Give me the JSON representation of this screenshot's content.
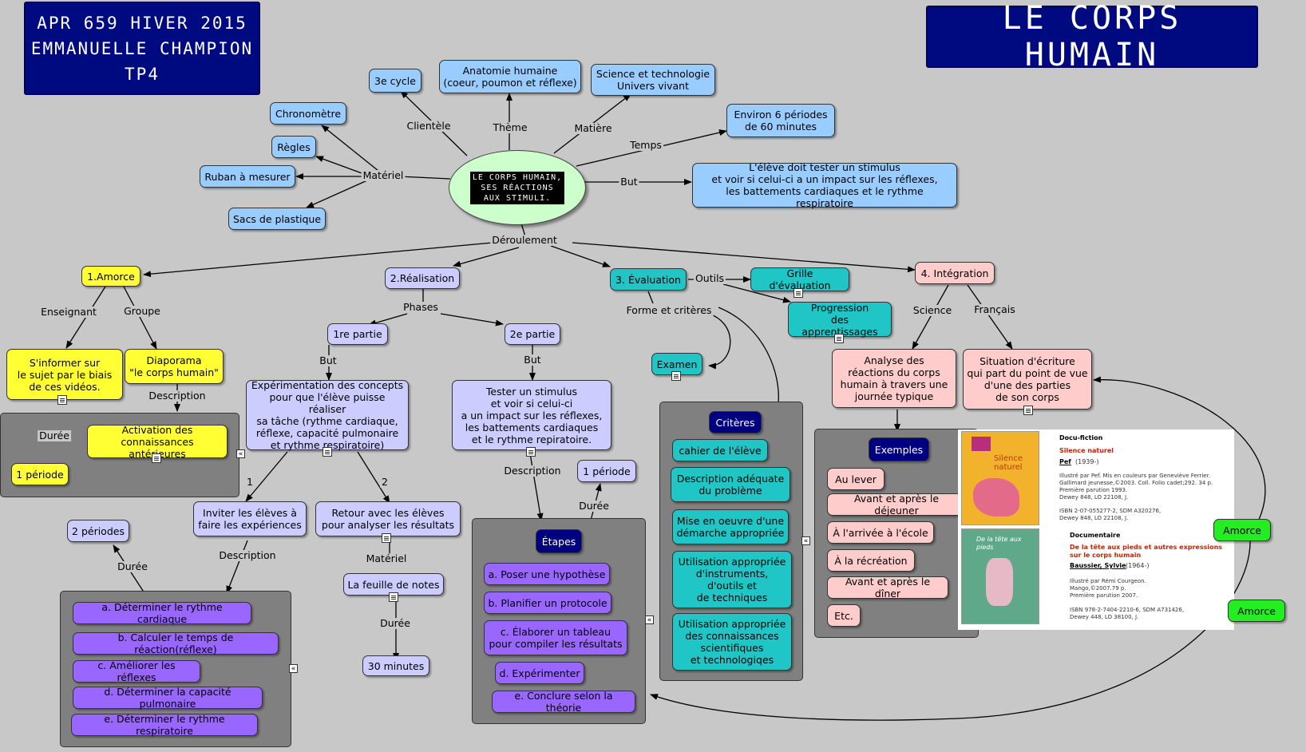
{
  "header": {
    "course_lines": [
      "APR 659  HIVER 2015",
      "EMMANUELLE CHAMPION",
      "TP4"
    ],
    "main_title": "LE CORPS HUMAIN"
  },
  "center": {
    "text": "LE CORPS HUMAIN,\nSES RÉACTIONS\nAUX STIMULI."
  },
  "nodes": {
    "cycle": "3e cycle",
    "anatomie": "Anatomie humaine\n(coeur, poumon et réflexe)",
    "science": "Science et technologie\nUnivers vivant",
    "periodes60": "Environ 6 périodes\nde 60 minutes",
    "but_text": "L'élève doit tester un stimulus\net voir si celui-ci a un impact sur les réflexes,\nles battements cardiaques et le rythme respiratoire",
    "chrono": "Chronomètre",
    "regles": "Règles",
    "ruban": "Ruban à mesurer",
    "sacs": "Sacs de plastique",
    "amorce": "1.Amorce",
    "realisation": "2.Réalisation",
    "evaluation": "3. Évaluation",
    "integration": "4. Intégration",
    "sinformer": "S'informer sur\nle sujet par le biais\nde ces vidéos.",
    "diaporama": "Diaporama\n\"le corps humain\"",
    "activation": "Activation des\nconnaissances antérieures",
    "une_periode_a": "1 période",
    "partie1": "1re partie",
    "partie2": "2e partie",
    "experimentation": "Expérimentation des concepts\npour que l'élève puisse réaliser\nsa tâche (rythme cardiaque,\nréflexe, capacité pulmonaire\net rythme respiratoire)",
    "tester": "Tester un stimulus\net voir si celui-ci\na un impact sur les réflexes,\nles battements cardiaques\net le rythme repiratoire.",
    "une_periode_b": "1 période",
    "inviter": "Inviter les élèves à\nfaire les expériences",
    "retour": "Retour avec les élèves\npour analyser les résultats",
    "deux_periodes": "2 périodes",
    "feuille": "La feuille de notes",
    "trente": "30 minutes",
    "grille": "Grille d'évaluation",
    "progression": "Progression\ndes apprentissages",
    "examen": "Examen",
    "analyse": "Analyse des\nréactions du corps\nhumain à travers une\njournée typique",
    "situation": "Situation d'écriture\nqui part du point de vue\nd'une des parties\nde son corps",
    "amorce_btn1": "Amorce",
    "amorce_btn2": "Amorce"
  },
  "panel_etapes": {
    "title": "Étapes",
    "items": [
      "a. Poser une hypothèse",
      "b. Planifier un protocole",
      "c. Élaborer un tableau\npour compiler les résultats",
      "d. Expérimenter",
      "e. Conclure selon la théorie"
    ]
  },
  "panel_criteres": {
    "title": "Critères",
    "items": [
      "cahier de l'élève",
      "Description adéquate\ndu problème",
      "Mise en oeuvre d'une\ndémarche appropriée",
      "Utilisation appropriée\nd'instruments,\nd'outils et\nde techniques",
      "Utilisation appropriée\ndes connaissances\nscientifiques\net technologiqes"
    ]
  },
  "panel_exemples": {
    "title": "Exemples",
    "items": [
      "Au lever",
      "Avant et après le déjeuner",
      "À l'arrivée à  l'école",
      "À la récréation",
      "Avant et après le dîner",
      "Etc."
    ]
  },
  "panel_mesures": {
    "items": [
      "a. Déterminer le rythme cardiaque",
      "b. Calculer le temps de réaction(réflexe)",
      "c. Améliorer les réflexes",
      "d. Déterminer la capacité pulmonaire",
      "e. Déterminer le rythme respiratoire"
    ]
  },
  "labels": {
    "clientele": "Clientèle",
    "theme": "Thème",
    "matiere": "Matière",
    "temps": "Temps",
    "but": "But",
    "materiel": "Matériel",
    "deroulement": "Déroulement",
    "enseignant": "Enseignant",
    "groupe": "Groupe",
    "description1": "Description",
    "duree1": "Durée",
    "phases": "Phases",
    "but1": "But",
    "but2": "But",
    "description2": "Description",
    "duree2": "Durée",
    "n1": "1",
    "n2": "2",
    "description3": "Description",
    "duree3": "Durée",
    "materiel2": "Matériel",
    "duree4": "Durée",
    "outils": "Outils",
    "forme": "Forme et critères",
    "science_lbl": "Science",
    "francais": "Français"
  },
  "books": {
    "book1_type": "Docu-fiction",
    "book1_title": "Silence naturel",
    "book1_author": "Pef",
    "book1_years": "(1939-)",
    "book1_info": "Illustré par Pef. Mis en couleurs par Geneviève Ferrier.\nGallimard jeunesse,©2003. Coll. Folio cadet;292. 34 p.\nPremière parution 1993.\nDewey 848, LO 22108, J.",
    "book1_isbn": "ISBN 2-07-055277-2, SDM A320276,\nDewey 848, LO 22108, J.",
    "book1_cover": "Silence\nnaturel",
    "book2_type": "Documentaire",
    "book2_title": "De la tête aux pieds et autres expressions\nsur le corps humain",
    "book2_author": "Baussier, Sylvie",
    "book2_years": "(1964-)",
    "book2_info": "Illustré par Rémi Courgeon.\nMango,©2007.79 p.\nPremière parution 2007.",
    "book2_isbn": "ISBN 978-2-7404-2210-6, SDM A731426,\nDewey 448, LO 38100, J.",
    "book2_cover": "De la tête aux pieds"
  }
}
